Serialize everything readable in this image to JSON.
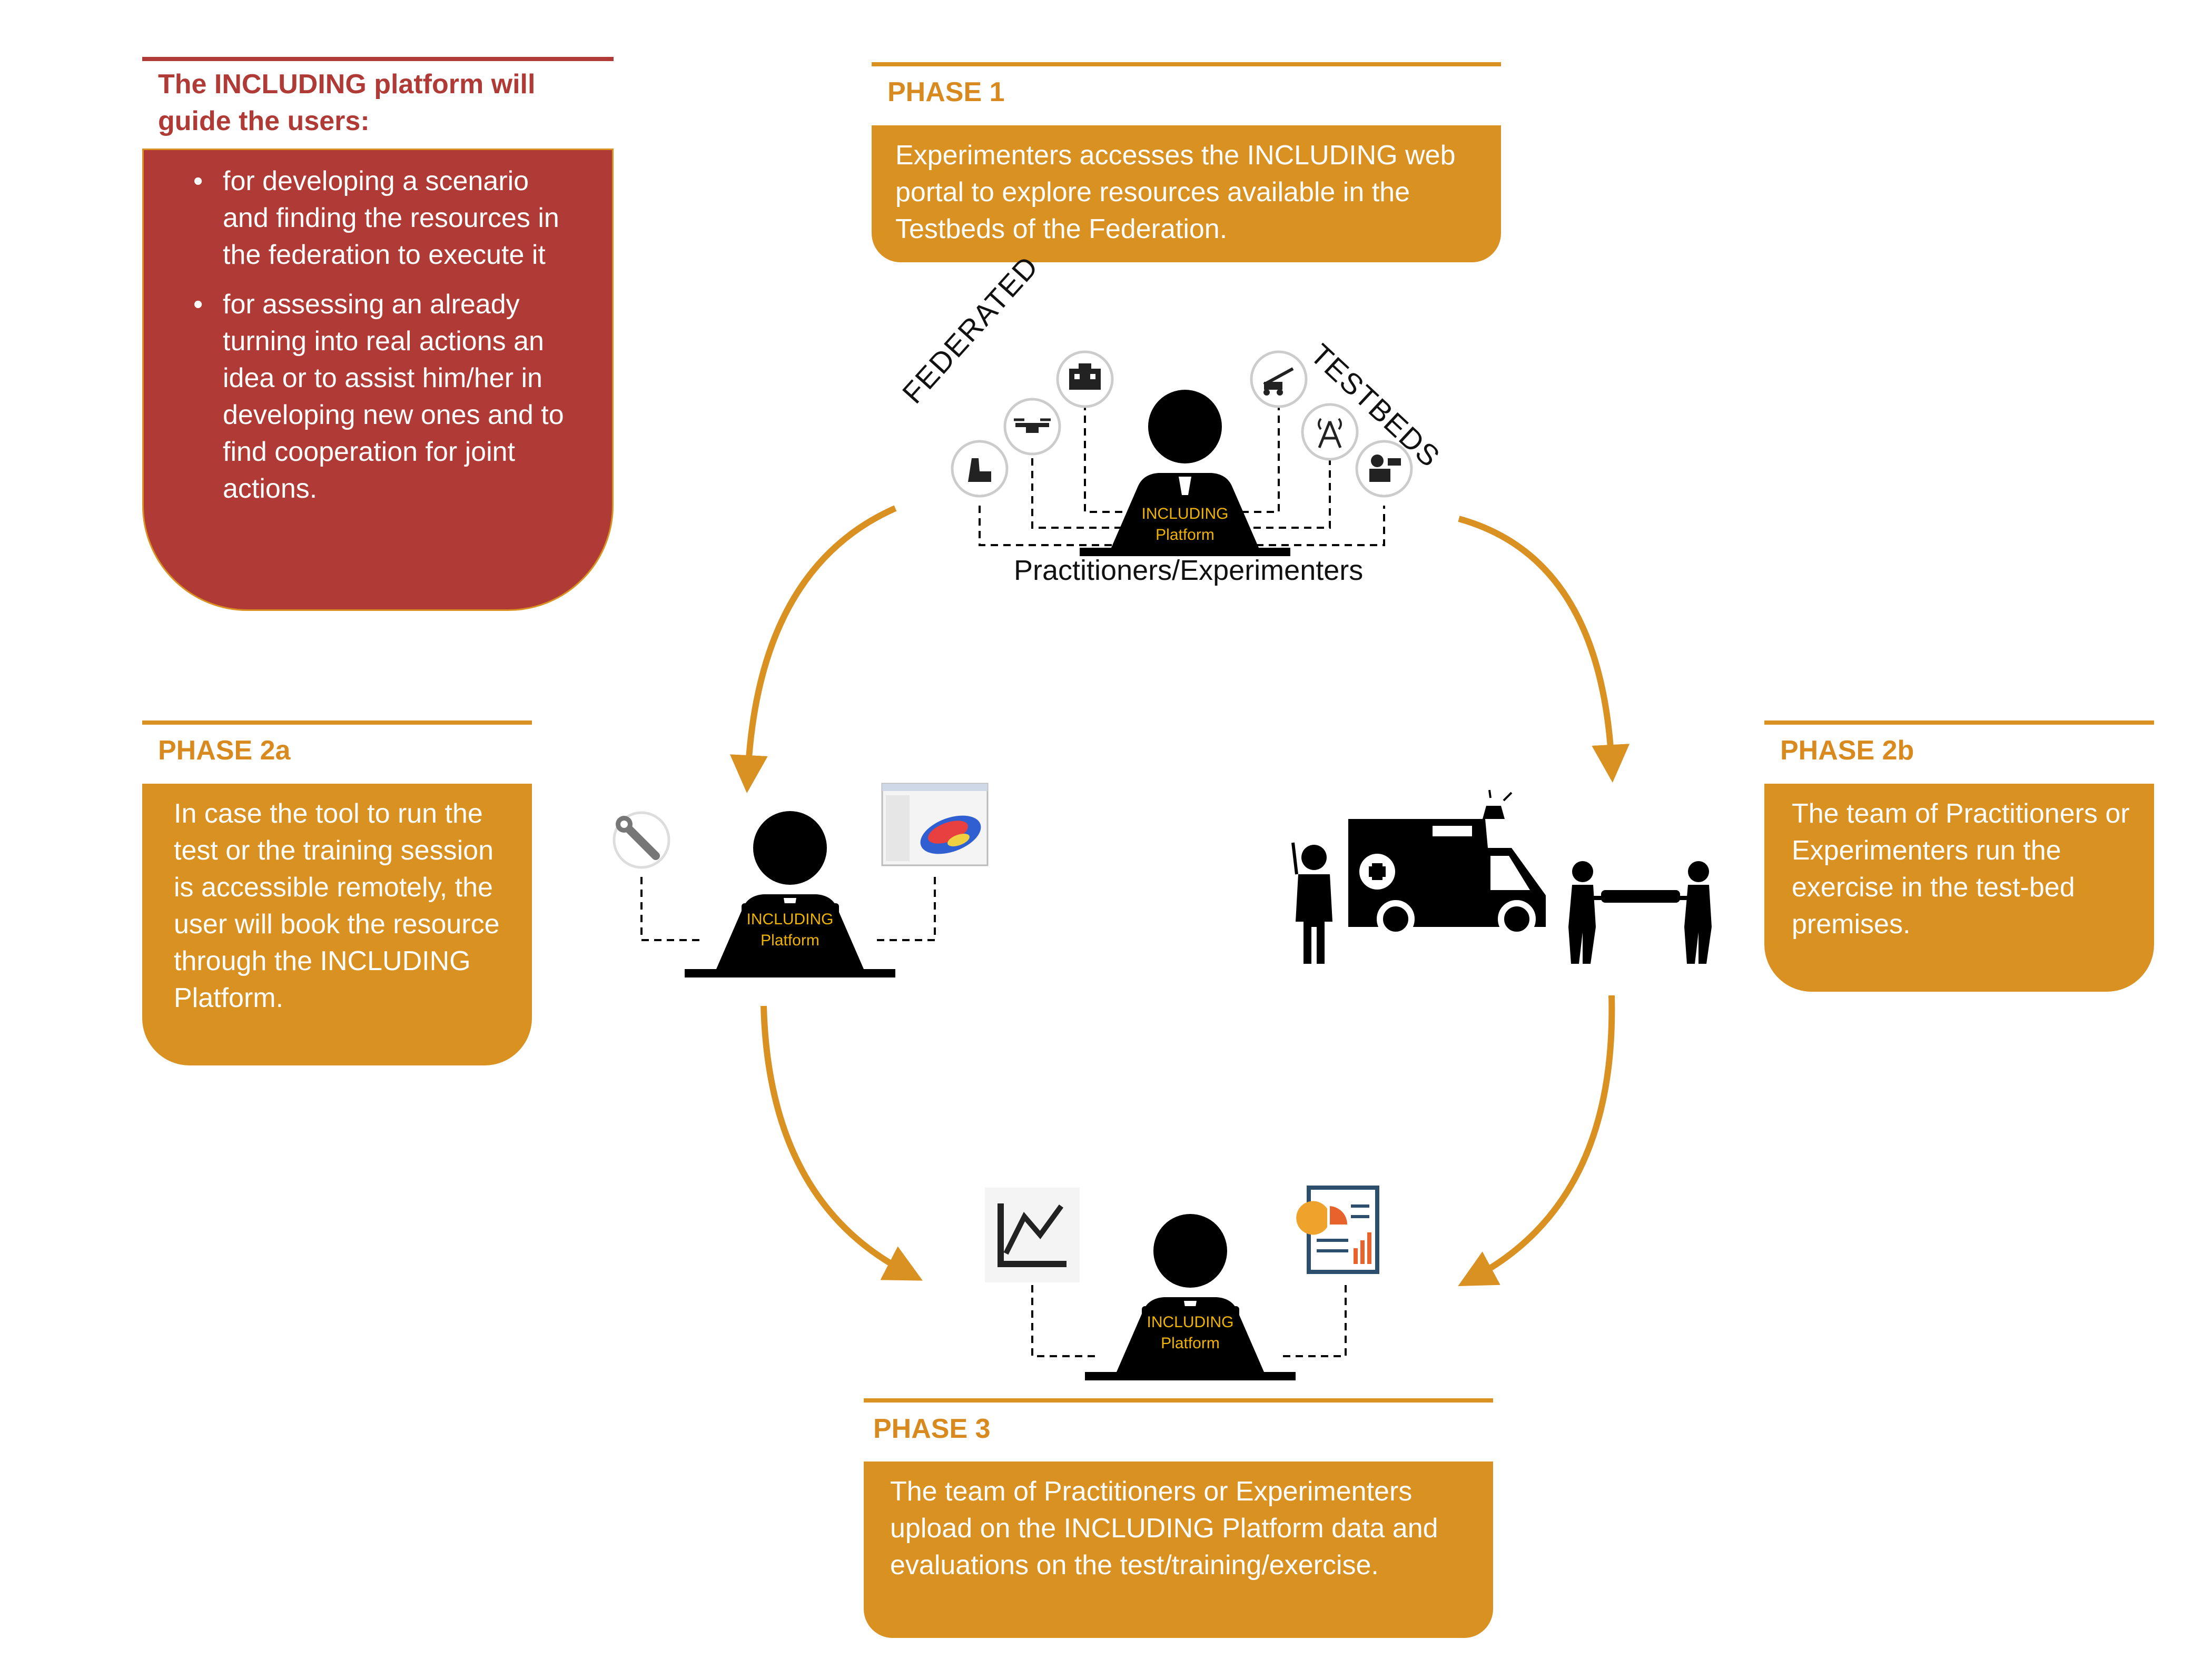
{
  "guide": {
    "heading": "The INCLUDING platform will guide the users:",
    "items": [
      "for developing a scenario and finding the resources in the federation to execute it",
      "for assessing an already turning into real actions an idea or to assist him/her in developing new ones and to find cooperation for joint actions."
    ]
  },
  "phase1": {
    "title": "PHASE 1",
    "text": "Experimenters accesses the INCLUDING web portal to explore resources available in the Testbeds of the Federation."
  },
  "phase2a": {
    "title": "PHASE 2a",
    "text": "In case the tool to run the test or the training session is accessible remotely, the user will book the resource through the INCLUDING Platform."
  },
  "phase2b": {
    "title": "PHASE 2b",
    "text": "The team of Practitioners or Experimenters run the exercise in the test-bed premises."
  },
  "phase3": {
    "title": "PHASE 3",
    "text": "The team of Practitioners or Experimenters upload on the INCLUDING Platform data and evaluations on the test/training/exercise."
  },
  "center": {
    "caption": "Practitioners/Experimenters",
    "label_left": "FEDERATED",
    "label_right": "TESTBEDS"
  },
  "laptop": {
    "line1": "INCLUDING",
    "line2": "Platform"
  },
  "icons": {
    "phase1_left": [
      "nuclear-plant-icon",
      "drone-icon",
      "hospital-icon"
    ],
    "phase1_right": [
      "crane-icon",
      "antenna-icon",
      "firefighter-icon"
    ],
    "phase2a": [
      "wrench-icon",
      "simulation-screenshot-icon"
    ],
    "phase2b": [
      "responder-icon",
      "ambulance-icon",
      "stretcher-team-icon"
    ],
    "phase3": [
      "line-chart-icon",
      "report-icon"
    ]
  },
  "colors": {
    "orange": "#d99122",
    "red": "#b03a35",
    "heading_orange": "#d98a1f",
    "heading_red": "#b03a35",
    "laptop_text": "#f0b400"
  }
}
